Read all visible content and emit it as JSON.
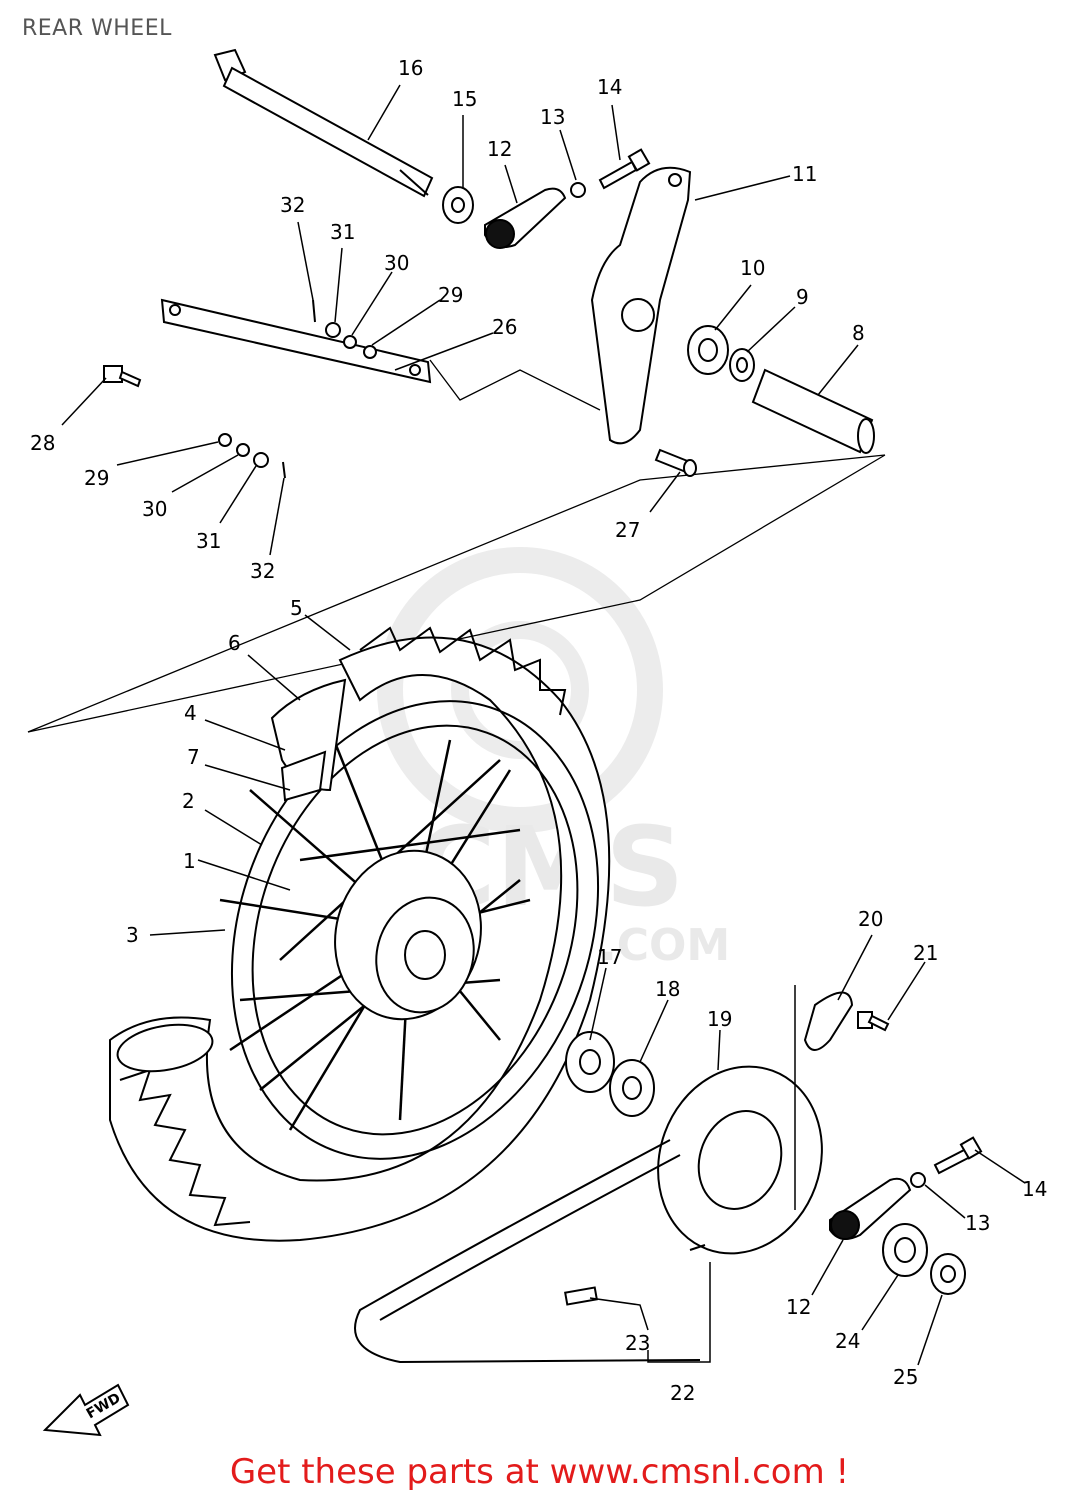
{
  "page": {
    "title": "REAR WHEEL",
    "footer": "Get these parts at www.cmsnl.com !",
    "fwd_label": "FWD"
  },
  "watermark": {
    "text_main": "CMS",
    "text_sub": ".COM"
  },
  "callouts": [
    {
      "id": "c16a",
      "label": "16"
    },
    {
      "id": "c15a",
      "label": "15"
    },
    {
      "id": "c12a",
      "label": "12"
    },
    {
      "id": "c13a",
      "label": "13"
    },
    {
      "id": "c14a",
      "label": "14"
    },
    {
      "id": "c11a",
      "label": "11"
    },
    {
      "id": "c32a",
      "label": "32"
    },
    {
      "id": "c31a",
      "label": "31"
    },
    {
      "id": "c30a",
      "label": "30"
    },
    {
      "id": "c29a",
      "label": "29"
    },
    {
      "id": "c26a",
      "label": "26"
    },
    {
      "id": "c10a",
      "label": "10"
    },
    {
      "id": "c9a",
      "label": "9"
    },
    {
      "id": "c8a",
      "label": "8"
    },
    {
      "id": "c28a",
      "label": "28"
    },
    {
      "id": "c29b",
      "label": "29"
    },
    {
      "id": "c30b",
      "label": "30"
    },
    {
      "id": "c31b",
      "label": "31"
    },
    {
      "id": "c32b",
      "label": "32"
    },
    {
      "id": "c27a",
      "label": "27"
    },
    {
      "id": "c5a",
      "label": "5"
    },
    {
      "id": "c6a",
      "label": "6"
    },
    {
      "id": "c4a",
      "label": "4"
    },
    {
      "id": "c7a",
      "label": "7"
    },
    {
      "id": "c2a",
      "label": "2"
    },
    {
      "id": "c1a",
      "label": "1"
    },
    {
      "id": "c3a",
      "label": "3"
    },
    {
      "id": "c20a",
      "label": "20"
    },
    {
      "id": "c21a",
      "label": "21"
    },
    {
      "id": "c17a",
      "label": "17"
    },
    {
      "id": "c18a",
      "label": "18"
    },
    {
      "id": "c19a",
      "label": "19"
    },
    {
      "id": "c14b",
      "label": "14"
    },
    {
      "id": "c13b",
      "label": "13"
    },
    {
      "id": "c12b",
      "label": "12"
    },
    {
      "id": "c24a",
      "label": "24"
    },
    {
      "id": "c25a",
      "label": "25"
    },
    {
      "id": "c23a",
      "label": "23"
    },
    {
      "id": "c22a",
      "label": "22"
    }
  ]
}
